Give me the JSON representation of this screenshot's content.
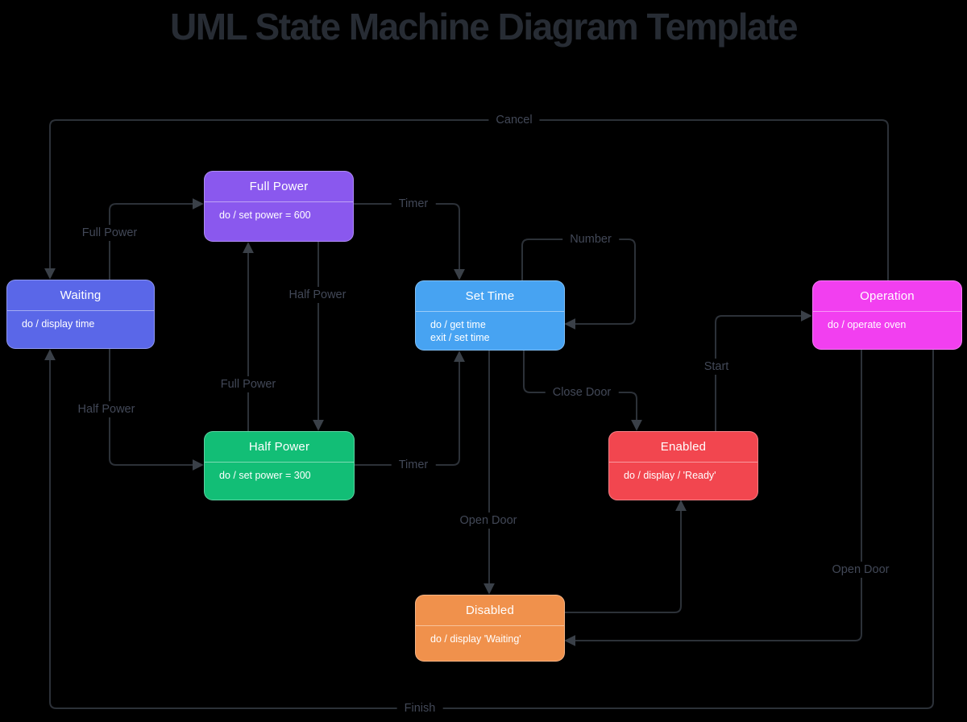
{
  "title": "UML State Machine Diagram Template",
  "colors": {
    "background": "#000000",
    "line": "#2c3138",
    "arrowhead": "#3a4048",
    "edge_label_text": "#424857",
    "title_text": "#272c34",
    "state_text": "#ffffff"
  },
  "states": [
    {
      "name": "Waiting",
      "actions": [
        "do / display time"
      ],
      "color": "#5a67e8"
    },
    {
      "name": "Full Power",
      "actions": [
        "do / set power = 600"
      ],
      "color": "#8a58ee"
    },
    {
      "name": "Half Power",
      "actions": [
        "do / set power = 300"
      ],
      "color": "#12be76"
    },
    {
      "name": "Set Time",
      "actions": [
        "do / get time",
        "exit / set time"
      ],
      "color": "#47a3f2"
    },
    {
      "name": "Enabled",
      "actions": [
        "do / display / 'Ready'"
      ],
      "color": "#f2464f"
    },
    {
      "name": "Disabled",
      "actions": [
        "do / display 'Waiting'"
      ],
      "color": "#f0914c"
    },
    {
      "name": "Operation",
      "actions": [
        "do / operate oven"
      ],
      "color": "#f23ff0"
    }
  ],
  "transitions": [
    {
      "label": "Cancel",
      "from": "Operation",
      "to": "Waiting"
    },
    {
      "label": "Full Power",
      "from": "Waiting",
      "to": "Full Power"
    },
    {
      "label": "Half Power",
      "from": "Waiting",
      "to": "Half Power"
    },
    {
      "label": "Timer",
      "from": "Full Power",
      "to": "Set Time"
    },
    {
      "label": "Timer",
      "from": "Half Power",
      "to": "Set Time"
    },
    {
      "label": "Full Power",
      "from": "Half Power",
      "to": "Full Power"
    },
    {
      "label": "Half Power",
      "from": "Full Power",
      "to": "Half Power"
    },
    {
      "label": "Number",
      "from": "Set Time",
      "to": "Set Time"
    },
    {
      "label": "Close Door",
      "from": "Set Time",
      "to": "Enabled"
    },
    {
      "label": "Open Door",
      "from": "Set Time",
      "to": "Disabled"
    },
    {
      "label": "",
      "from": "Disabled",
      "to": "Enabled"
    },
    {
      "label": "Start",
      "from": "Enabled",
      "to": "Operation"
    },
    {
      "label": "Open Door",
      "from": "Operation",
      "to": "Disabled"
    },
    {
      "label": "Finish",
      "from": "Operation",
      "to": "Waiting"
    }
  ]
}
